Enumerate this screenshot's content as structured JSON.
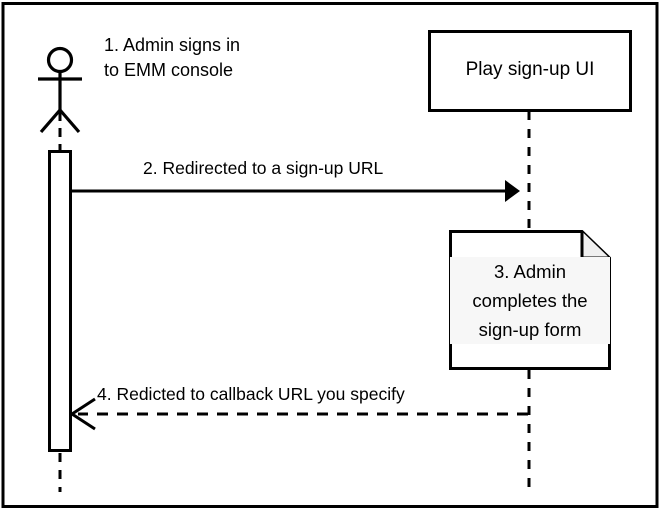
{
  "diagram": {
    "kind": "uml-sequence-diagram",
    "border_color": "#000000",
    "background": "#ffffff",
    "line_color": "#000000",
    "note_fold_fill": "#f0f0f0",
    "text_highlight": "#f7f7f7"
  },
  "actor": {
    "name": "admin-actor",
    "icon": "stick-figure-icon",
    "caption_line1": "1. Admin signs in",
    "caption_line2": "to EMM console"
  },
  "participant": {
    "name": "play-signup-ui",
    "label": "Play sign-up UI"
  },
  "messages": [
    {
      "id": "message-2",
      "label": "2. Redirected to a sign-up URL",
      "style": "solid",
      "arrow": "filled",
      "direction": "right"
    },
    {
      "id": "message-4",
      "label": "4. Redicted to callback URL you specify",
      "style": "dashed",
      "arrow": "open",
      "direction": "left"
    }
  ],
  "note": {
    "name": "signup-form-note",
    "line1": "3. Admin",
    "line2": "completes the",
    "line3": "sign-up form"
  }
}
